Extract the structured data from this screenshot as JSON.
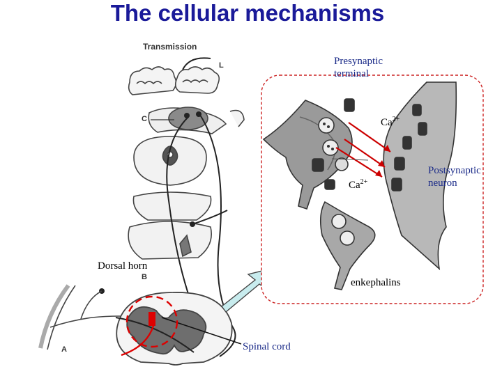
{
  "title": "The cellular mechanisms",
  "labels": {
    "transmission": "Transmission",
    "letter_l": "L",
    "letter_c": "C",
    "letter_b": "B",
    "letter_a": "A",
    "presynaptic": "Presynaptic terminal",
    "postsynaptic": "Postsynaptic neuron",
    "ca_top": "Ca",
    "ca_top_sup": "2+",
    "ca_bottom": "Ca",
    "ca_bottom_sup": "2+",
    "dorsal_horn": "Dorsal horn",
    "enkephalins": "enkephalins",
    "spinal_cord": "Spinal cord"
  },
  "colors": {
    "title": "#1a1a99",
    "callout_border": "#cc2222",
    "arrow_fill": "#c8ecee",
    "highlight_red": "#dd0000",
    "blue_label": "#1a2a88"
  }
}
